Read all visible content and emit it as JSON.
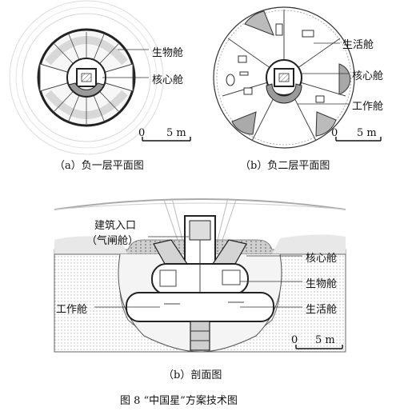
{
  "plan_a": {
    "label_bio": "生物舱",
    "label_core": "核心舱",
    "scale_zero": "0",
    "scale_len": "5 m",
    "caption": "（a）负一层平面图"
  },
  "plan_b": {
    "label_living": "生活舱",
    "label_core": "核心舱",
    "label_work": "工作舱",
    "scale_zero": "0",
    "scale_len": "5 m",
    "caption": "（b）负二层平面图"
  },
  "section": {
    "label_entrance_1": "建筑入口",
    "label_entrance_2": "（气闸舱）",
    "label_core": "核心舱",
    "label_bio": "生物舱",
    "label_work": "工作舱",
    "label_living": "生活舱",
    "scale_zero": "0",
    "scale_len": "5 m",
    "caption": "（b）剖面图"
  },
  "figure_title": "图 8 “中国星”方案技术图"
}
